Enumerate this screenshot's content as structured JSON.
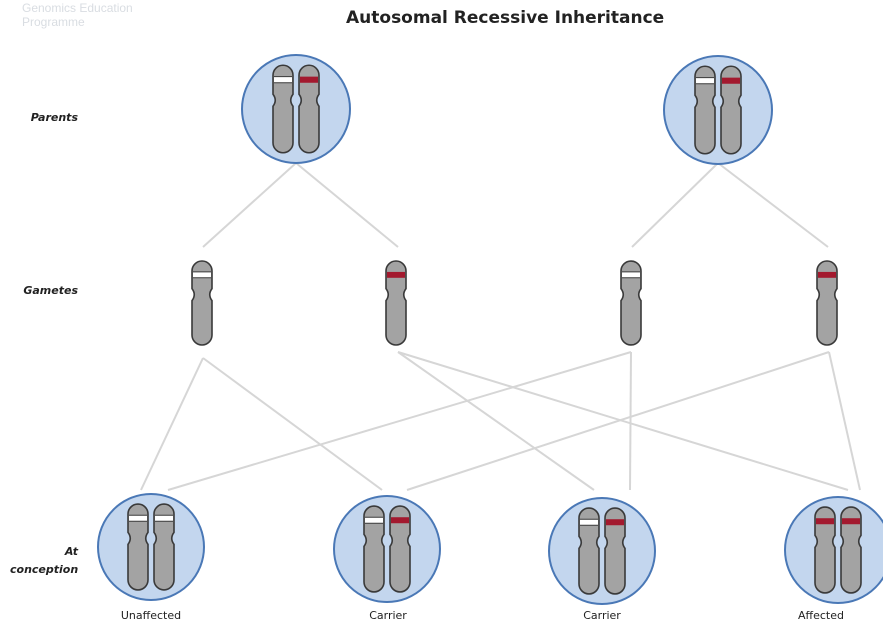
{
  "watermark": {
    "line1": "Genomics Education",
    "line2": "Programme"
  },
  "title": "Autosomal Recessive Inheritance",
  "row_labels": {
    "parents": "Parents",
    "gametes": "Gametes",
    "conception_line1": "At",
    "conception_line2": "conception"
  },
  "children": [
    {
      "label": "Unaffected",
      "alleles": [
        "normal",
        "normal"
      ]
    },
    {
      "label": "Carrier",
      "alleles": [
        "normal",
        "affected"
      ]
    },
    {
      "label": "Carrier",
      "alleles": [
        "normal",
        "affected"
      ]
    },
    {
      "label": "Affected",
      "alleles": [
        "affected",
        "affected"
      ]
    }
  ],
  "parents": [
    {
      "alleles": [
        "normal",
        "affected"
      ]
    },
    {
      "alleles": [
        "normal",
        "affected"
      ]
    }
  ],
  "gametes": [
    {
      "allele": "normal"
    },
    {
      "allele": "affected"
    },
    {
      "allele": "normal"
    },
    {
      "allele": "affected"
    }
  ],
  "colors": {
    "circle_fill": "#c3d6ee",
    "circle_stroke": "#4a78b6",
    "chromosome_fill": "#a3a3a3",
    "chromosome_stroke": "#3a3a3a",
    "normal_band": "#ffffff",
    "affected_band": "#a3192e",
    "connector": "#d6d6d6"
  }
}
